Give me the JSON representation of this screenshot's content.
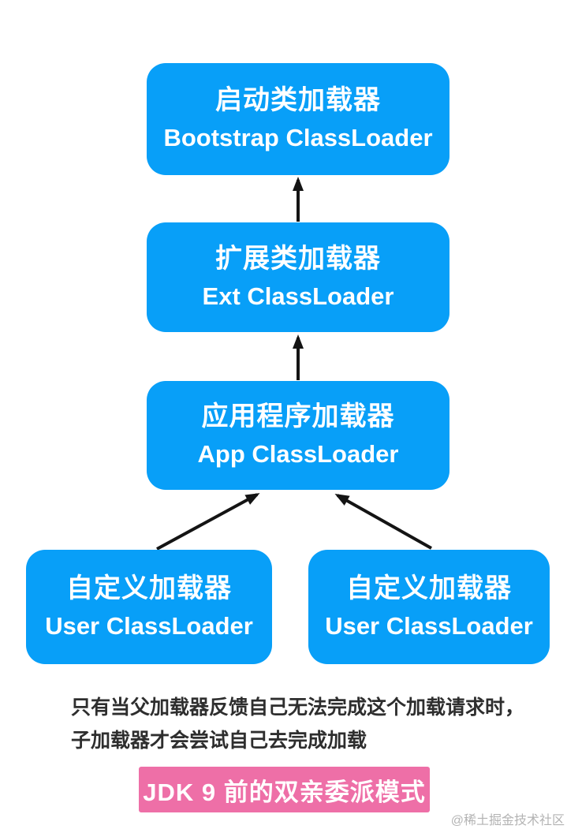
{
  "diagram": {
    "title": "JDK 9 前的双亲委派模式",
    "nodes": [
      {
        "id": "bootstrap",
        "zh": "启动类加载器",
        "en": "Bootstrap ClassLoader"
      },
      {
        "id": "ext",
        "zh": "扩展类加载器",
        "en": "Ext ClassLoader"
      },
      {
        "id": "app",
        "zh": "应用程序加载器",
        "en": "App ClassLoader"
      },
      {
        "id": "user-left",
        "zh": "自定义加载器",
        "en": "User ClassLoader"
      },
      {
        "id": "user-right",
        "zh": "自定义加载器",
        "en": "User ClassLoader"
      }
    ],
    "edges": [
      {
        "from": "ext",
        "to": "bootstrap"
      },
      {
        "from": "app",
        "to": "ext"
      },
      {
        "from": "user-left",
        "to": "app"
      },
      {
        "from": "user-right",
        "to": "app"
      }
    ],
    "note": {
      "line1": "只有当父加载器反馈自己无法完成这个加载请求时，",
      "line2": "子加载器才会尝试自己去完成加载"
    },
    "caption": "JDK 9 前的双亲委派模式",
    "watermark": "@稀土掘金技术社区",
    "colors": {
      "node_fill": "#089FF8",
      "node_text": "#ffffff",
      "caption_fill": "#EE6FA7",
      "caption_text": "#ffffff",
      "arrow": "#141414",
      "note_text": "#2e2e2e",
      "watermark_text": "#b3b3b3",
      "background": "#ffffff"
    }
  }
}
